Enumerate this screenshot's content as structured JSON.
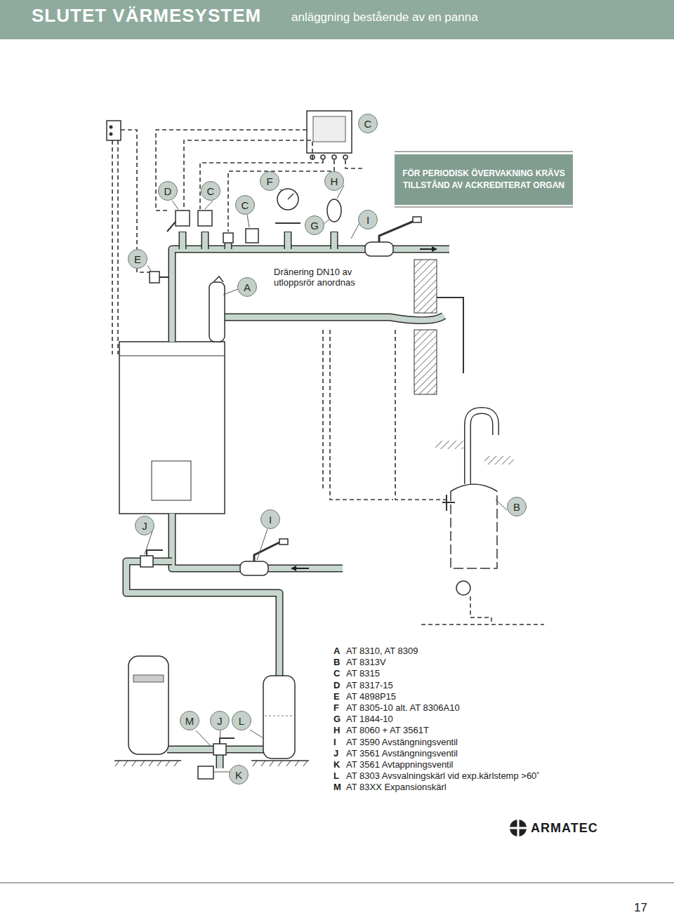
{
  "diagram": {
    "title": "SLUTET VÄRMESYSTEM",
    "nodes": [
      {
        "text": [
          "C"
        ]
      },
      {
        "text": [
          "FÖR PERIODISK ÖVERVAKNING KRÄVS TILLSTÅND AV ACKREDITERAT ORGAN"
        ]
      },
      {
        "text": [
          "D"
        ]
      },
      {
        "text": [
          "C"
        ]
      },
      {
        "text": [
          "F"
        ]
      },
      {
        "text": [
          "H"
        ]
      },
      {
        "text": [
          "C"
        ]
      },
      {
        "text": [
          "G"
        ]
      },
      {
        "text": [
          "I"
        ]
      },
      {
        "text": [
          "E"
        ]
      },
      {
        "text": [
          "A"
        ]
      },
      {
        "text": [
          "J"
        ]
      },
      {
        "text": [
          "I"
        ]
      },
      {
        "text": [
          "B"
        ]
      },
      {
        "text": [
          "M"
        ]
      },
      {
        "text": [
          "J"
        ]
      },
      {
        "text": [
          "L"
        ]
      },
      {
        "text": [
          "K"
        ]
      }
    ],
    "labels": [
      "anläggning bestående av en panna",
      "Dränering DN10 av utloppsrör anordnas",
      "A",
      "AT 8310, AT 8309",
      "B",
      "AT 8313V",
      "C",
      "AT 8315",
      "D",
      "AT 8317-15",
      "E",
      "AT 4898P15",
      "F",
      "AT 8305-10 alt. AT 8306A10",
      "G",
      "AT 1844-10",
      "H",
      "AT 8060 + AT 3561T",
      "I",
      "AT 3590 Avstängningsventil",
      "J",
      "AT 3561 Avstängningsventil",
      "K",
      "AT 3561 Avtappningsventil",
      "L",
      "AT 8303 Avsvalningskärl vid exp.kärlstemp >60˚",
      "M",
      "AT 83XX Expansionskärl",
      "ARMATEC",
      "17"
    ]
  }
}
